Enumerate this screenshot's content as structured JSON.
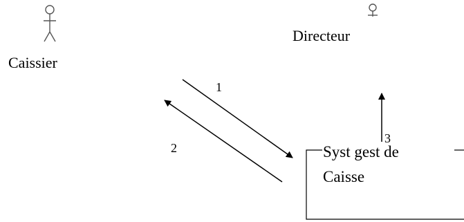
{
  "diagram": {
    "actors": [
      {
        "id": "caissier",
        "label": "Caissier"
      },
      {
        "id": "directeur",
        "label": "Directeur"
      }
    ],
    "system": {
      "label_line1": "Syst gest de",
      "label_line2": "Caisse"
    },
    "messages": [
      {
        "number": "1",
        "from": "caissier",
        "to": "system"
      },
      {
        "number": "2",
        "from": "system",
        "to": "caissier"
      },
      {
        "number": "3",
        "from": "system",
        "to": "directeur"
      }
    ]
  }
}
